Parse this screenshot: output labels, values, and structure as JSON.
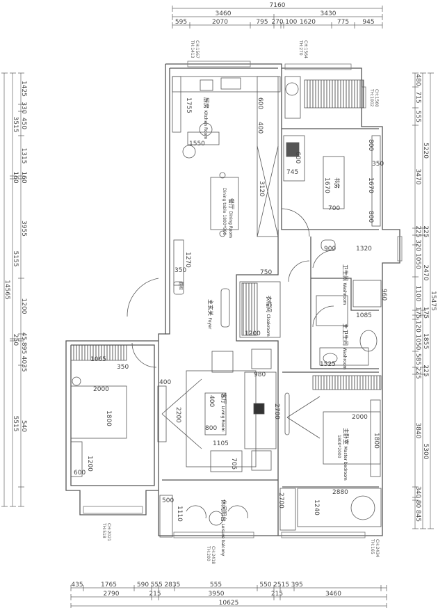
{
  "dimensions": {
    "top": {
      "total": [
        "7160"
      ],
      "middle": [
        "3460",
        "3430"
      ],
      "segments": [
        "595",
        "2070",
        "795",
        "270",
        "100",
        "1620",
        "775",
        "945"
      ]
    },
    "bottom": {
      "segments": [
        "435",
        "1765",
        "590",
        "555",
        "2835",
        "555",
        "550",
        "2515",
        "395"
      ],
      "middle": [
        "2790",
        "215",
        "3950",
        "215",
        "3460"
      ],
      "total": [
        "10625"
      ]
    },
    "left": {
      "segments": [
        "1425",
        "330",
        "450",
        "1315",
        "160",
        "3955",
        "1200",
        "45",
        "895",
        "4035",
        "540"
      ],
      "middle": [
        "3515",
        "160",
        "5155",
        "250",
        "5515"
      ],
      "total": [
        "14565"
      ]
    },
    "right": {
      "segments": [
        "480",
        "715",
        "555",
        "3470",
        "225",
        "320",
        "1050",
        "1100",
        "175",
        "120",
        "1050",
        "585",
        "225",
        "3840",
        "340",
        "80",
        "845"
      ],
      "middle": [
        "5220",
        "225",
        "2470",
        "175",
        "1855",
        "225",
        "5300"
      ],
      "total": [
        "15475"
      ]
    }
  },
  "rooms": {
    "kitchen": {
      "cn": "厨房",
      "en": "Kitchen Room"
    },
    "dining": {
      "cn": "餐厅",
      "en": "Dining Room",
      "table": "Dining table 1800*900"
    },
    "study": {
      "cn": "书房"
    },
    "foyer": {
      "cn": "主玄关",
      "en": "Foyer"
    },
    "cloakroom": {
      "cn": "衣帽间",
      "en": "Cloakroom"
    },
    "washroom": {
      "cn": "卫生间",
      "en": "Washroom"
    },
    "master_washroom": {
      "cn": "主卫生间",
      "en": "Washroom"
    },
    "living": {
      "cn": "客厅",
      "en": "Living Room"
    },
    "master_bedroom": {
      "cn": "主卧室",
      "en": "Master bedroom",
      "bed": "1800*2000"
    },
    "balcony": {
      "cn": "休闲阳台",
      "en": "Leisure balcony"
    },
    "shoe_cabinet": {
      "cn": "鞋柜"
    }
  },
  "windows": [
    {
      "ch": "CH:1567",
      "th": "TH:1413"
    },
    {
      "ch": "CH:1564",
      "th": "TH:270"
    },
    {
      "ch": "CH:1560",
      "th": "TH:1002"
    },
    {
      "ch": "CH:2021",
      "th": "TH:518"
    },
    {
      "ch": "CH:2418",
      "th": "TH:200"
    },
    {
      "ch": "CH:2434",
      "th": "TH:165"
    }
  ],
  "inner_dims": {
    "kitchen_1755": "1755",
    "kitchen_1550": "1550",
    "kitchen_600": "600",
    "kitchen_400": "400",
    "cabinet_3120": "3120",
    "study_745": "745",
    "study_600": "600",
    "study_1670a": "1670",
    "study_1670b": "1670",
    "study_700": "700",
    "study_800a": "800",
    "study_350": "350",
    "study_800b": "800",
    "foyer_1270": "1270",
    "foyer_350": "350",
    "cloak_1200": "1200",
    "cloak_750": "750",
    "wash_900": "900",
    "wash_1320": "1320",
    "wash_960": "960",
    "wash_1085": "1085",
    "wash_1525": "1525",
    "bed2_1065": "1065",
    "bed2_350": "350",
    "bed2_2000": "2000",
    "bed2_1800": "1800",
    "bed2_1200": "1200",
    "bed2_600": "600",
    "tv_400": "400",
    "tv_2200": "2200",
    "sofa_980": "980",
    "sofa_2700": "2700",
    "table_400": "400",
    "table_800": "800",
    "chair_1105": "1105",
    "chair_705": "705",
    "mbed_2000": "2000",
    "mbed_1800": "1800",
    "mwardrobe_2880": "2880",
    "mwardrobe_1240": "1240",
    "balc_500": "500",
    "balc_1110": "1110",
    "mtv_2700": "2700"
  }
}
